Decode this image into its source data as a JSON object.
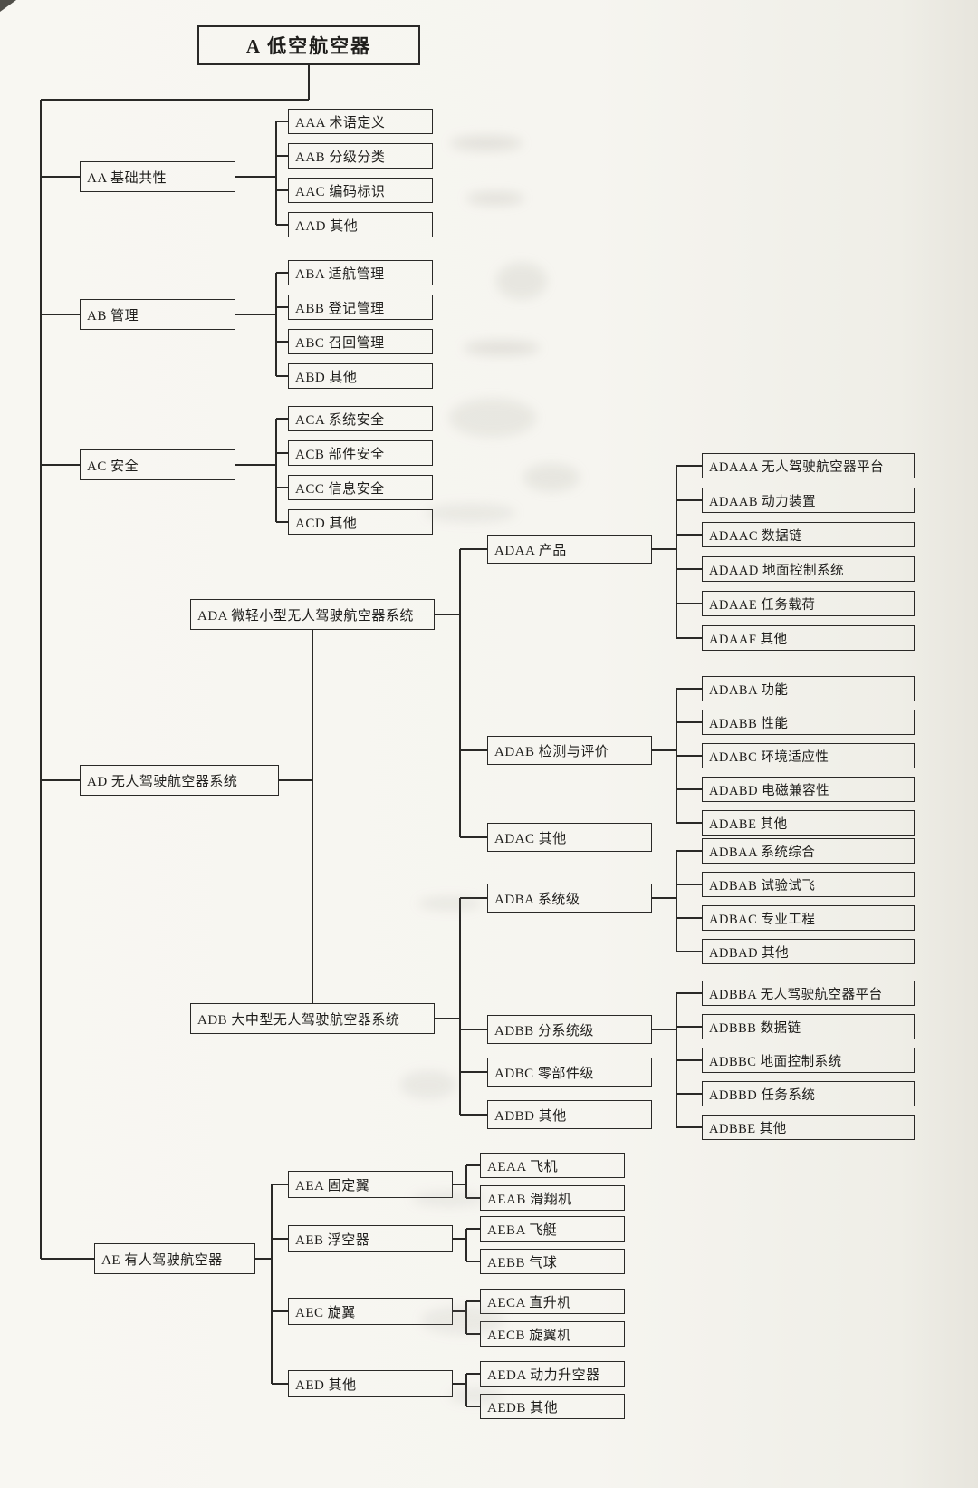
{
  "figure": {
    "background": "#f6f5f0",
    "line_color": "#2a2927",
    "box_border_color": "#2a2927",
    "text_color": "#1e1d1b"
  },
  "tree": {
    "title": "A 低空航空器",
    "nodes": [
      {
        "id": "A",
        "label": "A 低空航空器",
        "parent": null
      },
      {
        "id": "AA",
        "label": "AA 基础共性",
        "parent": "A"
      },
      {
        "id": "AAA",
        "label": "AAA 术语定义",
        "parent": "AA"
      },
      {
        "id": "AAB",
        "label": "AAB 分级分类",
        "parent": "AA"
      },
      {
        "id": "AAC",
        "label": "AAC 编码标识",
        "parent": "AA"
      },
      {
        "id": "AAD",
        "label": "AAD 其他",
        "parent": "AA"
      },
      {
        "id": "AB",
        "label": "AB 管理",
        "parent": "A"
      },
      {
        "id": "ABA",
        "label": "ABA 适航管理",
        "parent": "AB"
      },
      {
        "id": "ABB",
        "label": "ABB 登记管理",
        "parent": "AB"
      },
      {
        "id": "ABC",
        "label": "ABC 召回管理",
        "parent": "AB"
      },
      {
        "id": "ABD",
        "label": "ABD 其他",
        "parent": "AB"
      },
      {
        "id": "AC",
        "label": "AC 安全",
        "parent": "A"
      },
      {
        "id": "ACA",
        "label": "ACA 系统安全",
        "parent": "AC"
      },
      {
        "id": "ACB",
        "label": "ACB 部件安全",
        "parent": "AC"
      },
      {
        "id": "ACC",
        "label": "ACC 信息安全",
        "parent": "AC"
      },
      {
        "id": "ACD",
        "label": "ACD 其他",
        "parent": "AC"
      },
      {
        "id": "AD",
        "label": "AD 无人驾驶航空器系统",
        "parent": "A"
      },
      {
        "id": "ADA",
        "label": "ADA 微轻小型无人驾驶航空器系统",
        "parent": "AD"
      },
      {
        "id": "ADAA",
        "label": "ADAA 产品",
        "parent": "ADA"
      },
      {
        "id": "ADAAA",
        "label": "ADAAA 无人驾驶航空器平台",
        "parent": "ADAA"
      },
      {
        "id": "ADAAB",
        "label": "ADAAB 动力装置",
        "parent": "ADAA"
      },
      {
        "id": "ADAAC",
        "label": "ADAAC 数据链",
        "parent": "ADAA"
      },
      {
        "id": "ADAAD",
        "label": "ADAAD 地面控制系统",
        "parent": "ADAA"
      },
      {
        "id": "ADAAE",
        "label": "ADAAE 任务载荷",
        "parent": "ADAA"
      },
      {
        "id": "ADAAF",
        "label": "ADAAF 其他",
        "parent": "ADAA"
      },
      {
        "id": "ADAB",
        "label": "ADAB 检测与评价",
        "parent": "ADA"
      },
      {
        "id": "ADABA",
        "label": "ADABA 功能",
        "parent": "ADAB"
      },
      {
        "id": "ADABB",
        "label": "ADABB 性能",
        "parent": "ADAB"
      },
      {
        "id": "ADABC",
        "label": "ADABC 环境适应性",
        "parent": "ADAB"
      },
      {
        "id": "ADABD",
        "label": "ADABD 电磁兼容性",
        "parent": "ADAB"
      },
      {
        "id": "ADABE",
        "label": "ADABE 其他",
        "parent": "ADAB"
      },
      {
        "id": "ADAC",
        "label": "ADAC 其他",
        "parent": "ADA"
      },
      {
        "id": "ADB",
        "label": "ADB 大中型无人驾驶航空器系统",
        "parent": "AD"
      },
      {
        "id": "ADBA",
        "label": "ADBA 系统级",
        "parent": "ADB"
      },
      {
        "id": "ADBAA",
        "label": "ADBAA 系统综合",
        "parent": "ADBA"
      },
      {
        "id": "ADBAB",
        "label": "ADBAB 试验试飞",
        "parent": "ADBA"
      },
      {
        "id": "ADBAC",
        "label": "ADBAC 专业工程",
        "parent": "ADBA"
      },
      {
        "id": "ADBAD",
        "label": "ADBAD 其他",
        "parent": "ADBA"
      },
      {
        "id": "ADBB",
        "label": "ADBB 分系统级",
        "parent": "ADB"
      },
      {
        "id": "ADBBA",
        "label": "ADBBA 无人驾驶航空器平台",
        "parent": "ADBB"
      },
      {
        "id": "ADBBB",
        "label": "ADBBB 数据链",
        "parent": "ADBB"
      },
      {
        "id": "ADBBC",
        "label": "ADBBC 地面控制系统",
        "parent": "ADBB"
      },
      {
        "id": "ADBBD",
        "label": "ADBBD 任务系统",
        "parent": "ADBB"
      },
      {
        "id": "ADBBE",
        "label": "ADBBE 其他",
        "parent": "ADBB"
      },
      {
        "id": "ADBC",
        "label": "ADBC 零部件级",
        "parent": "ADB"
      },
      {
        "id": "ADBD",
        "label": "ADBD 其他",
        "parent": "ADB"
      },
      {
        "id": "AE",
        "label": "AE 有人驾驶航空器",
        "parent": "A"
      },
      {
        "id": "AEA",
        "label": "AEA 固定翼",
        "parent": "AE"
      },
      {
        "id": "AEAA",
        "label": "AEAA 飞机",
        "parent": "AEA"
      },
      {
        "id": "AEAB",
        "label": "AEAB 滑翔机",
        "parent": "AEA"
      },
      {
        "id": "AEB",
        "label": "AEB 浮空器",
        "parent": "AE"
      },
      {
        "id": "AEBA",
        "label": "AEBA 飞艇",
        "parent": "AEB"
      },
      {
        "id": "AEBB",
        "label": "AEBB 气球",
        "parent": "AEB"
      },
      {
        "id": "AEC",
        "label": "AEC 旋翼",
        "parent": "AE"
      },
      {
        "id": "AECA",
        "label": "AECA 直升机",
        "parent": "AEC"
      },
      {
        "id": "AECB",
        "label": "AECB 旋翼机",
        "parent": "AEC"
      },
      {
        "id": "AED",
        "label": "AED 其他",
        "parent": "AE"
      },
      {
        "id": "AEDA",
        "label": "AEDA 动力升空器",
        "parent": "AED"
      },
      {
        "id": "AEDB",
        "label": "AEDB 其他",
        "parent": "AED"
      }
    ]
  }
}
